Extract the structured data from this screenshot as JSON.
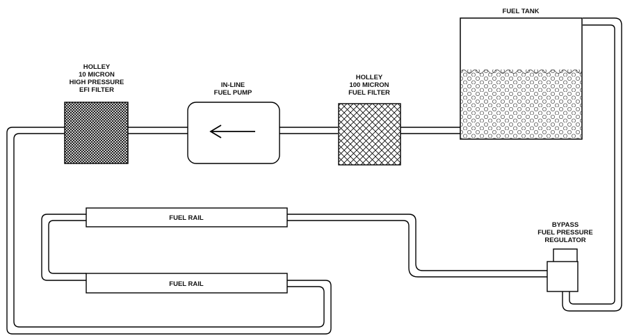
{
  "labels": {
    "fuel_tank": "FUEL TANK",
    "holley_efi_filter": [
      "HOLLEY",
      "10 MICRON",
      "HIGH PRESSURE",
      "EFI FILTER"
    ],
    "inline_pump": [
      "IN-LINE",
      "FUEL PUMP"
    ],
    "holley_fuel_filter": [
      "HOLLEY",
      "100 MICRON",
      "FUEL FILTER"
    ],
    "fuel_rail_top": "FUEL RAIL",
    "fuel_rail_bottom": "FUEL RAIL",
    "regulator": [
      "BYPASS",
      "FUEL PRESSURE",
      "REGULATOR"
    ]
  }
}
